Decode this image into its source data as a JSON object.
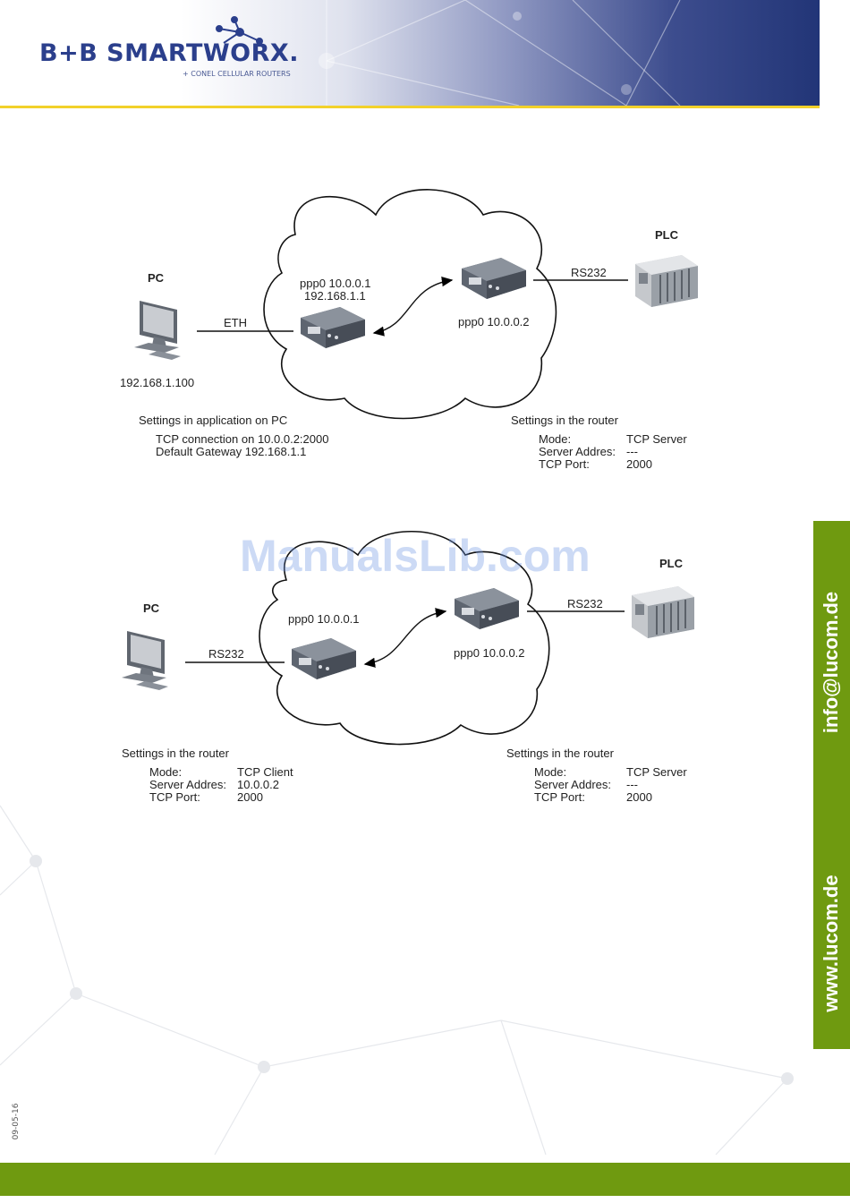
{
  "header": {
    "logo_text": "B+B SMARTWORX.",
    "logo_subtitle": "+ CONEL CELLULAR ROUTERS"
  },
  "side_tab": {
    "email": "info@lucom.de",
    "website": "www.lucom.de"
  },
  "footer": {
    "date_code": "09-05-16"
  },
  "watermark": "ManualsLib.com",
  "diagram1": {
    "pc_label": "PC",
    "pc_ip": "192.168.1.100",
    "eth_label": "ETH",
    "router_a_line1": "ppp0 10.0.0.1",
    "router_a_line2": "192.168.1.1",
    "router_b_label": "ppp0 10.0.0.2",
    "rs232_label": "RS232",
    "plc_label": "PLC",
    "pc_settings_title": "Settings in application on PC",
    "pc_settings_line1": "TCP connection on 10.0.0.2:2000",
    "pc_settings_line2": "Default Gateway 192.168.1.1",
    "router_settings_title": "Settings in the router",
    "router_settings": [
      {
        "key": "Mode:",
        "value": "TCP Server"
      },
      {
        "key": "Server Addres:",
        "value": "---"
      },
      {
        "key": "TCP Port:",
        "value": "2000"
      }
    ]
  },
  "diagram2": {
    "pc_label": "PC",
    "rs232_left_label": "RS232",
    "router_a_label": "ppp0 10.0.0.1",
    "router_b_label": "ppp0 10.0.0.2",
    "rs232_right_label": "RS232",
    "plc_label": "PLC",
    "left_settings_title": "Settings in the router",
    "left_settings": [
      {
        "key": "Mode:",
        "value": "TCP Client"
      },
      {
        "key": "Server Addres:",
        "value": "10.0.0.2"
      },
      {
        "key": "TCP Port:",
        "value": "2000"
      }
    ],
    "right_settings_title": "Settings in the router",
    "right_settings": [
      {
        "key": "Mode:",
        "value": "TCP Server"
      },
      {
        "key": "Server Addres:",
        "value": "---"
      },
      {
        "key": "TCP Port:",
        "value": "2000"
      }
    ]
  }
}
